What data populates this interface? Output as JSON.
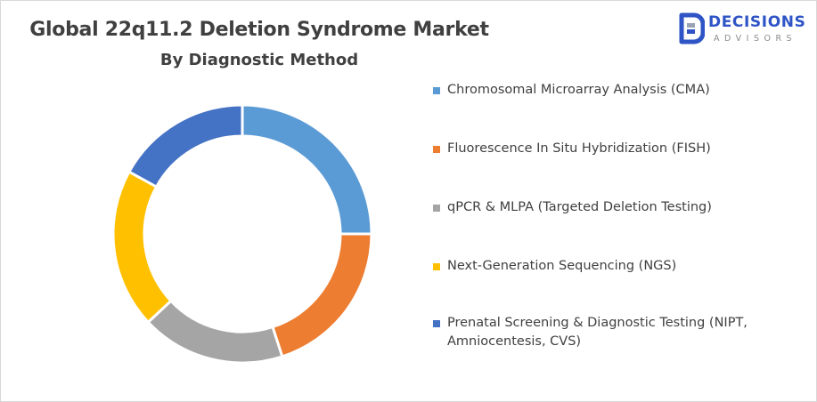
{
  "header": {
    "title": "Global 22q11.2 Deletion Syndrome Market",
    "subtitle": "By Diagnostic Method"
  },
  "logo": {
    "main_text": "DECISIONS",
    "sub_text": "ADVISORS",
    "color": "#2e54c6"
  },
  "chart_data": {
    "type": "pie",
    "donut": true,
    "title": "Global 22q11.2 Deletion Syndrome Market",
    "subtitle": "By Diagnostic Method",
    "legend_position": "right",
    "categories": [
      "Chromosomal Microarray Analysis (CMA)",
      "Fluorescence In Situ Hybridization (FISH)",
      "qPCR & MLPA (Targeted Deletion Testing)",
      "Next-Generation Sequencing (NGS)",
      "Prenatal Screening & Diagnostic Testing (NIPT, Amniocentesis, CVS)"
    ],
    "legend_lines": [
      [
        "Chromosomal Microarray Analysis (CMA)"
      ],
      [
        "Fluorescence In Situ Hybridization (FISH)"
      ],
      [
        "qPCR & MLPA (Targeted Deletion Testing)"
      ],
      [
        "Next-Generation Sequencing (NGS)"
      ],
      [
        "Prenatal Screening & Diagnostic Testing (NIPT,",
        "Amniocentesis, CVS)"
      ]
    ],
    "values": [
      25,
      20,
      18,
      20,
      17
    ],
    "colors": [
      "#5b9bd5",
      "#ed7d31",
      "#a5a5a5",
      "#ffc000",
      "#4472c4"
    ]
  }
}
